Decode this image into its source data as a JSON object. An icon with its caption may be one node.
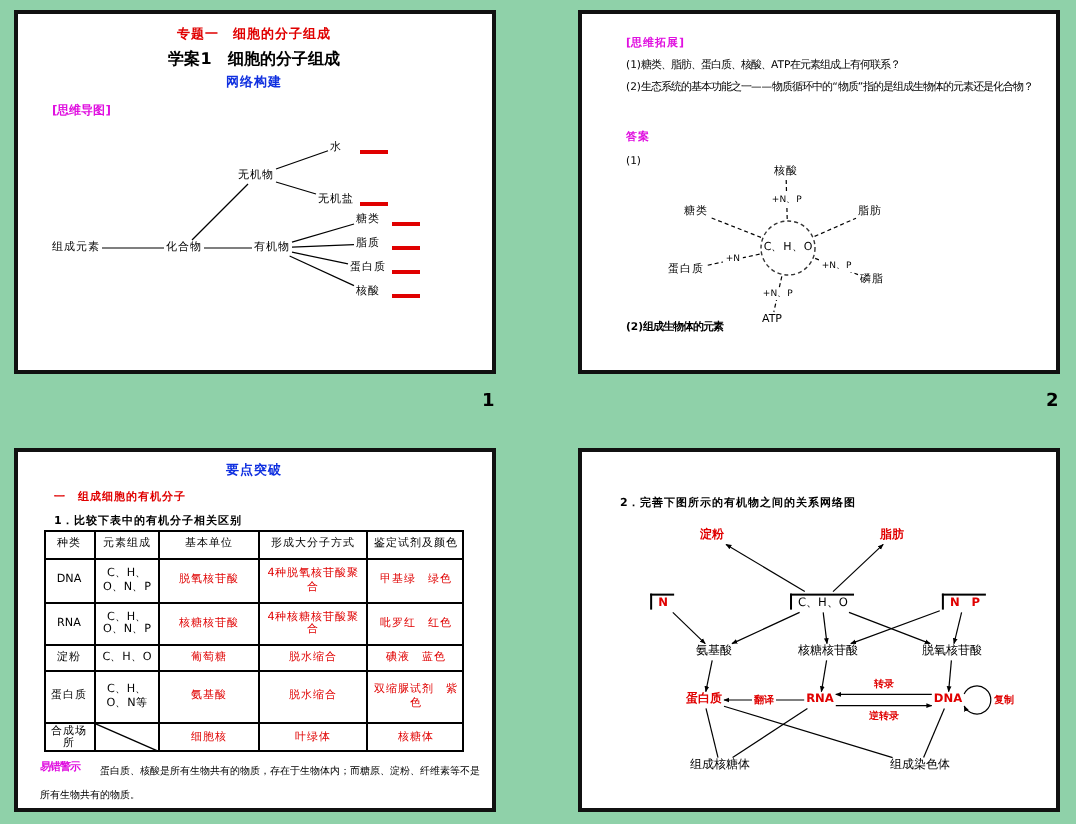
{
  "diagram": {
    "nodes": [
      {
        "text": [
          "专题一　细胞的分子组成",
          "学案1　细胞的分子组成",
          "网络构建",
          "[思维导图]"
        ]
      },
      {
        "text": [
          "组成元素"
        ],
        "in": 0
      },
      {
        "text": [
          "化合物"
        ],
        "in": 0
      },
      {
        "text": [
          "无机物"
        ],
        "in": 0
      },
      {
        "text": [
          "水"
        ],
        "in": 0
      },
      {
        "text": [
          "无机盐"
        ],
        "in": 0
      },
      {
        "text": [
          "有机物"
        ],
        "in": 0
      },
      {
        "text": [
          "糖类"
        ],
        "in": 0
      },
      {
        "text": [
          "脂质"
        ],
        "in": 0
      },
      {
        "text": [
          "蛋白质"
        ],
        "in": 0
      },
      {
        "text": [
          "核酸"
        ],
        "in": 0
      },
      {
        "text": [
          "[思维拓展]",
          "(1)糖类、脂肪、蛋白质、核酸、ATP在元素组成上有何联系？",
          "(2)生态系统的基本功能之一——物质循环中的“物质”指的是组成生物体的元素还是化合物？",
          "答案",
          "(1)",
          "(2)组成生物体的元素"
        ]
      },
      {
        "text": [
          "C、H、O"
        ],
        "in": 11
      },
      {
        "text": [
          "核酸"
        ],
        "in": 11
      },
      {
        "text": [
          "糖类"
        ],
        "in": 11
      },
      {
        "text": [
          "脂肪"
        ],
        "in": 11
      },
      {
        "text": [
          "蛋白质"
        ],
        "in": 11
      },
      {
        "text": [
          "磷脂"
        ],
        "in": 11
      },
      {
        "text": [
          "ATP"
        ],
        "in": 11
      },
      {
        "text": [
          "要点突破",
          "一　组成细胞的有机分子",
          "1．比较下表中的有机分子相关区别"
        ]
      },
      {
        "text": [
          "2．完善下图所示的有机物之间的关系网络图"
        ]
      },
      {
        "text": [
          "淀粉"
        ],
        "in": 20
      },
      {
        "text": [
          "脂肪"
        ],
        "in": 20
      },
      {
        "text": [
          "N"
        ],
        "in": 20
      },
      {
        "text": [
          "C、H、O"
        ],
        "in": 20
      },
      {
        "text": [
          "N　P"
        ],
        "in": 20
      },
      {
        "text": [
          "氨基酸"
        ],
        "in": 20
      },
      {
        "text": [
          "核糖核苷酸"
        ],
        "in": 20
      },
      {
        "text": [
          "脱氧核苷酸"
        ],
        "in": 20
      },
      {
        "text": [
          "蛋白质"
        ],
        "in": 20
      },
      {
        "text": [
          "RNA"
        ],
        "in": 20
      },
      {
        "text": [
          "DNA"
        ],
        "in": 20
      },
      {
        "text": [
          "组成核糖体"
        ],
        "in": 20
      },
      {
        "text": [
          "组成染色体"
        ],
        "in": 20
      }
    ],
    "edges": [
      {
        "from": 1,
        "to": 2,
        "arrow": "none"
      },
      {
        "from": 2,
        "to": 3,
        "arrow": "none"
      },
      {
        "from": 3,
        "to": 4,
        "arrow": "none"
      },
      {
        "from": 3,
        "to": 5,
        "arrow": "none"
      },
      {
        "from": 2,
        "to": 6,
        "arrow": "none"
      },
      {
        "from": 6,
        "to": 7,
        "arrow": "none"
      },
      {
        "from": 6,
        "to": 8,
        "arrow": "none"
      },
      {
        "from": 6,
        "to": 9,
        "arrow": "none"
      },
      {
        "from": 6,
        "to": 10,
        "arrow": "none"
      },
      {
        "from": 12,
        "to": 13,
        "arrow": "none",
        "style": "dashed",
        "label": "+N、P"
      },
      {
        "from": 12,
        "to": 14,
        "arrow": "none",
        "style": "dashed"
      },
      {
        "from": 12,
        "to": 15,
        "arrow": "none",
        "style": "dashed"
      },
      {
        "from": 12,
        "to": 16,
        "arrow": "none",
        "style": "dashed",
        "label": "+N"
      },
      {
        "from": 12,
        "to": 17,
        "arrow": "none",
        "style": "dashed",
        "label": "+N、P"
      },
      {
        "from": 12,
        "to": 18,
        "arrow": "none",
        "style": "dashed",
        "label": "+N、P"
      },
      {
        "from": 24,
        "to": 21,
        "arrow": "to"
      },
      {
        "from": 24,
        "to": 22,
        "arrow": "to"
      },
      {
        "from": 23,
        "to": 26,
        "arrow": "to"
      },
      {
        "from": 24,
        "to": 26,
        "arrow": "to"
      },
      {
        "from": 24,
        "to": 27,
        "arrow": "to"
      },
      {
        "from": 25,
        "to": 27,
        "arrow": "to"
      },
      {
        "from": 24,
        "to": 28,
        "arrow": "to"
      },
      {
        "from": 25,
        "to": 28,
        "arrow": "to"
      },
      {
        "from": 26,
        "to": 29,
        "arrow": "to"
      },
      {
        "from": 27,
        "to": 30,
        "arrow": "to"
      },
      {
        "from": 28,
        "to": 31,
        "arrow": "to"
      },
      {
        "from": 30,
        "to": 29,
        "arrow": "to",
        "label": "翻译"
      },
      {
        "from": 31,
        "to": 30,
        "arrow": "to",
        "label": "转录"
      },
      {
        "from": 30,
        "to": 31,
        "arrow": "to",
        "label": "逆转录"
      },
      {
        "from": 31,
        "to": 31,
        "arrow": "to",
        "label": "复制"
      },
      {
        "from": 29,
        "to": 32,
        "arrow": "none"
      },
      {
        "from": 30,
        "to": 32,
        "arrow": "none"
      },
      {
        "from": 31,
        "to": 33,
        "arrow": "none"
      },
      {
        "from": 29,
        "to": 33,
        "arrow": "none"
      }
    ],
    "labels": [
      "1",
      "2",
      "种类",
      "元素组成",
      "基本单位",
      "形成大分子方式",
      "鉴定试剂及颜色",
      "DNA",
      "C、H、O、N、P",
      "脱氧核苷酸",
      "4种脱氧核苷酸聚合",
      "甲基绿　绿色",
      "RNA",
      "C、H、O、N、P",
      "核糖核苷酸",
      "4种核糖核苷酸聚合",
      "吡罗红　红色",
      "淀粉",
      "C、H、O",
      "葡萄糖",
      "脱水缩合",
      "碘液　蓝色",
      "蛋白质",
      "C、H、O、N等",
      "氨基酸",
      "脱水缩合",
      "双缩脲试剂　紫色",
      "合成场所",
      "细胞核",
      "叶绿体",
      "核糖体",
      "易错警示",
      "蛋白质、核酸是所有生物共有的物质，存在于生物体内；而糖原、淀粉、纤维素等不是所有生物共有的物质。"
    ]
  }
}
